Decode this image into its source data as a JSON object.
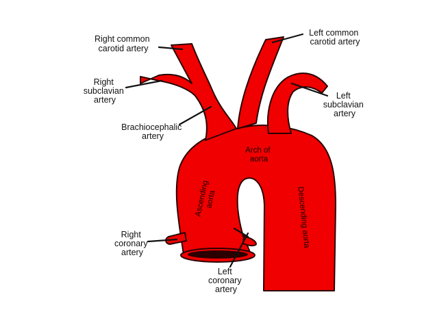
{
  "colors": {
    "artery": "#f00000",
    "outline": "#2a0000",
    "lumen": "#2b0000",
    "background": "#ffffff"
  },
  "labels": {
    "right_common_carotid": [
      "Right common",
      "carotid artery"
    ],
    "left_common_carotid": [
      "Left common",
      "carotid artery"
    ],
    "right_subclavian": [
      "Right",
      "subclavian",
      "artery"
    ],
    "left_subclavian": [
      "Left",
      "subclavian",
      "artery"
    ],
    "brachiocephalic": [
      "Brachiocephalic",
      "artery"
    ],
    "arch_of_aorta": [
      "Arch of",
      "aorta"
    ],
    "ascending_aorta": [
      "Ascending",
      "aorta"
    ],
    "descending_aorta": [
      "Descending aorta"
    ],
    "right_coronary": [
      "Right",
      "coronary",
      "artery"
    ],
    "left_coronary": [
      "Left",
      "coronary",
      "artery"
    ]
  }
}
